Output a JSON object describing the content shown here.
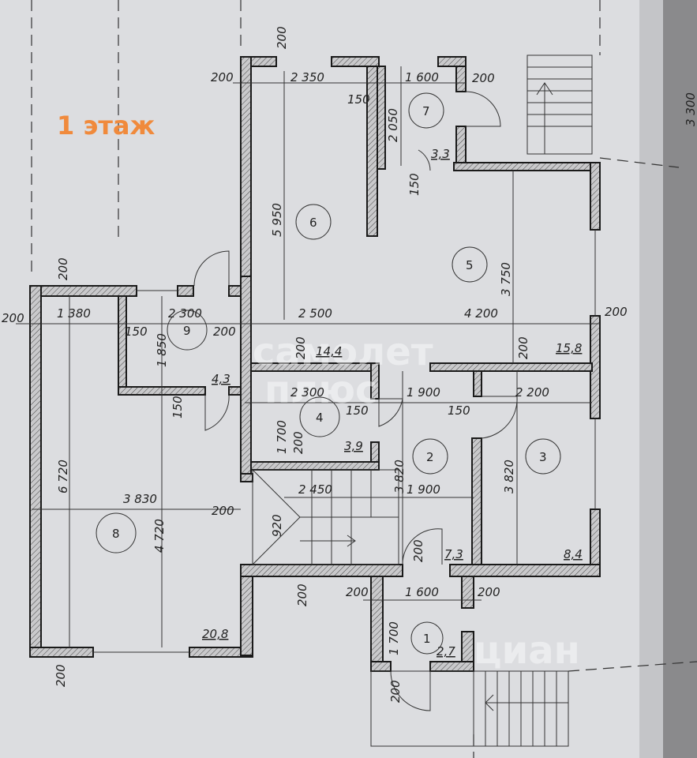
{
  "title": "1 этаж",
  "watermarks": [
    "самолет",
    "плюс",
    "циан"
  ],
  "rooms": [
    {
      "number": "1",
      "area": "2,7"
    },
    {
      "number": "2",
      "area": "7,3"
    },
    {
      "number": "3",
      "area": "8,4"
    },
    {
      "number": "4",
      "area": "3,9"
    },
    {
      "number": "5",
      "area": "15,8"
    },
    {
      "number": "6",
      "area": "14,4"
    },
    {
      "number": "7",
      "area": "3,3"
    },
    {
      "number": "8",
      "area": "20,8"
    },
    {
      "number": "9",
      "area": "4,3"
    }
  ],
  "dimensions": {
    "d_top_200": "200",
    "d_6_left200": "200",
    "d_6_width": "2 350",
    "d_6_150": "150",
    "d_7_width": "1 600",
    "d_7_200": "200",
    "d_7_height": "2 050",
    "d_7_150": "150",
    "d_6_height": "5 950",
    "d_5_height": "3 750",
    "d_5_right200": "200",
    "d_8_top200": "200",
    "d_left200": "200",
    "d_8_width_top": "1 380",
    "d_9_width": "2 300",
    "d_9_150": "150",
    "d_9_200": "200",
    "d_9_height": "1 850",
    "d_9_150b": "150",
    "d_6_width2": "2 500",
    "d_5_width": "4 200",
    "d_4_200": "200",
    "d_5_200": "200",
    "d_4_width": "2 300",
    "d_4_150": "150",
    "d_4_height": "1 700",
    "d_4_200b": "200",
    "d_2_width": "1 900",
    "d_2_150": "150",
    "d_3_width": "2 200",
    "d_2_height": "3 820",
    "d_3_height": "3 820",
    "d_8_height": "6 720",
    "d_8_width": "3 830",
    "d_8_height2": "4 720",
    "d_stair_200": "200",
    "d_stair_width": "2 450",
    "d_stair_920": "920",
    "d_2_width2": "1 900",
    "d_2_door200": "200",
    "d_bottom_200": "200",
    "d_1_left200": "200",
    "d_1_width": "1 600",
    "d_1_right200": "200",
    "d_1_height": "1 700",
    "d_1_door200": "200",
    "d_8_bottom200": "200",
    "d_right_edge": "3 300"
  }
}
